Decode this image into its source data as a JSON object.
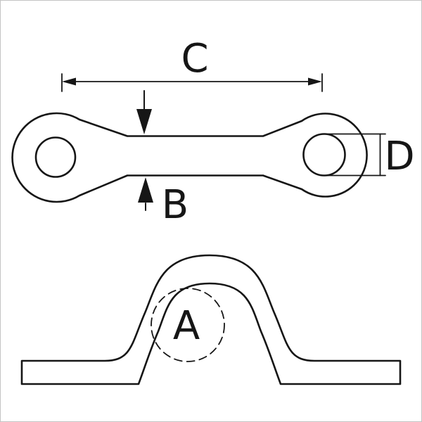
{
  "drawing": {
    "labels": {
      "a": "A",
      "b": "B",
      "c": "C",
      "d": "D"
    }
  },
  "colors": {
    "line": "#161616",
    "background": "#ffffff",
    "border": "#c4c4c4"
  }
}
